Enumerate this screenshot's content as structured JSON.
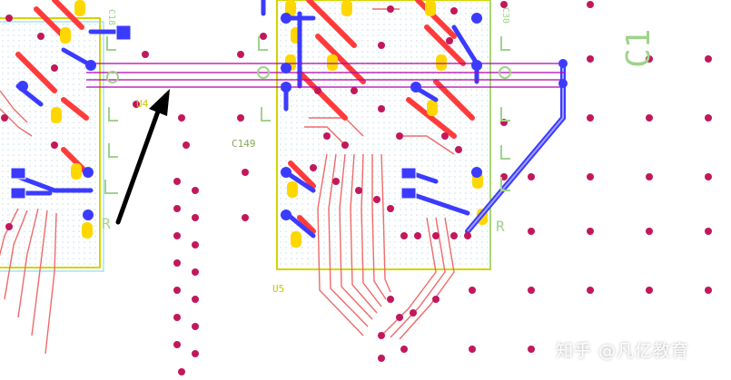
{
  "colors": {
    "background": "#ffffff",
    "top_trace": "#ff3b3b",
    "bottom_trace": "#3b3bff",
    "thin_trace": "#f06a6a",
    "pad_yellow": "#ffd700",
    "via": "#c2185b",
    "outline": "#d4d400",
    "courtyard": "#7ad7e8",
    "selection": "#b000b0",
    "silkscreen": "#9fd38a",
    "arrow": "#000000"
  },
  "labels": {
    "u_left": "U4",
    "u_right": "U5",
    "c_big": "C1",
    "c_mid": "C149",
    "c_top_left": "C18",
    "c_top_right": "C30",
    "r_left": "R",
    "r_right": "R",
    "watermark": "知乎 @凡亿教育"
  },
  "icons": {
    "pointer_arrow": "arrow-icon"
  }
}
